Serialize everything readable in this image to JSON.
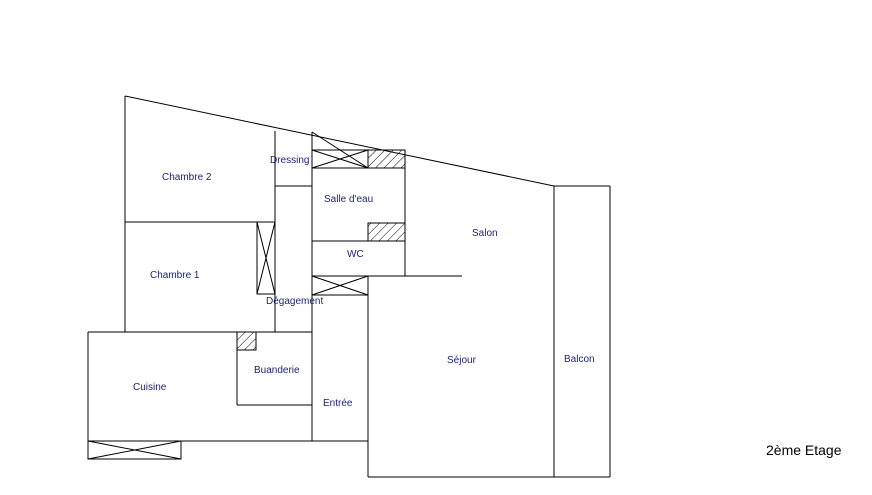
{
  "plan": {
    "floor_label": "2ème Etage",
    "rooms": {
      "chambre2": "Chambre 2",
      "dressing": "Dressing",
      "salle_deau": "Salle d'eau",
      "salon": "Salon",
      "wc": "WC",
      "chambre1": "Chambre 1",
      "degagement": "Dégagement",
      "cuisine": "Cuisine",
      "buanderie": "Buanderie",
      "sejour": "Séjour",
      "balcon": "Balcon",
      "entree": "Entrée"
    }
  }
}
